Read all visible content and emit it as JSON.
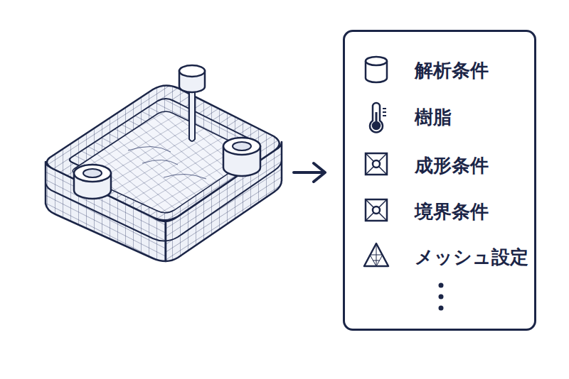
{
  "diagram": {
    "nodes": [
      {
        "text": [
          "解析条件",
          "樹脂",
          "成形条件",
          "境界条件",
          "メッシュ設定"
        ]
      }
    ]
  }
}
